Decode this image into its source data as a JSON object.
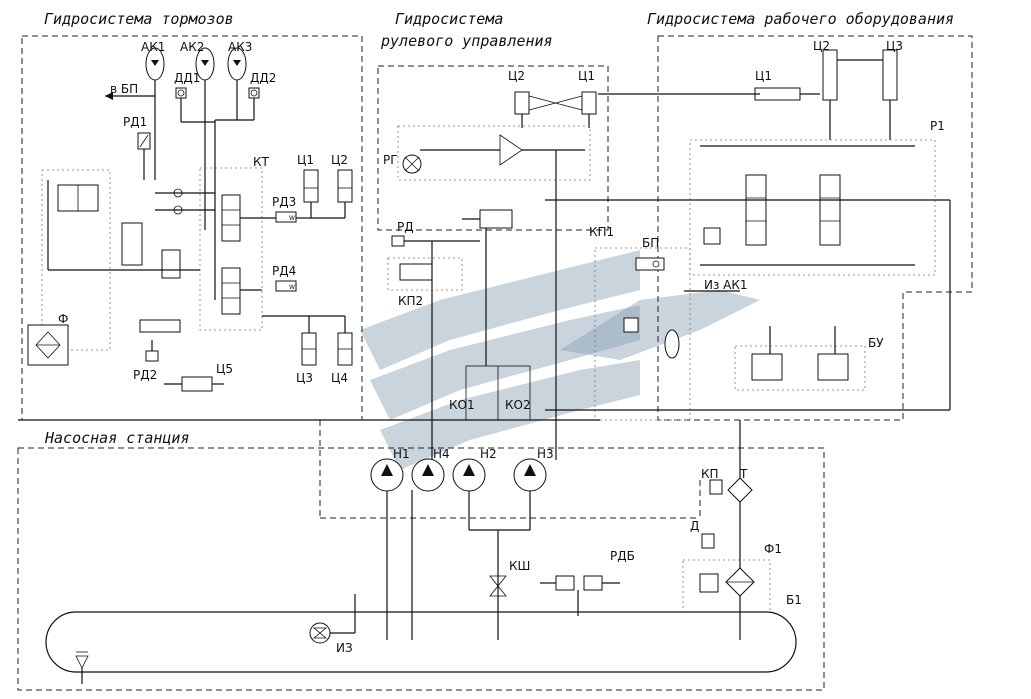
{
  "titles": {
    "brakes": "Гидросистема тормозов",
    "steering": "Гидросистема рулевого управления",
    "equipment": "Гидросистема рабочего оборудования",
    "pump_station": "Насосная станция"
  },
  "labels": {
    "ak1": "АК1",
    "ak2": "АК2",
    "ak3": "АК3",
    "dd1": "ДД1",
    "dd2": "ДД2",
    "to_bp": "в БП",
    "rd1": "РД1",
    "rd2": "РД2",
    "rd3": "РД3",
    "rd4": "РД4",
    "kt": "КТ",
    "c1_brake": "Ц1",
    "c2_brake": "Ц2",
    "c3_brake": "Ц3",
    "c4_brake": "Ц4",
    "c5": "Ц5",
    "f": "Ф",
    "c1_steer": "Ц1",
    "c2_steer": "Ц2",
    "rg": "РГ",
    "rd": "РД",
    "kp1": "КП1",
    "kp2": "КП2",
    "ko1": "КО1",
    "ko2": "КО2",
    "c1_equip": "Ц1",
    "c2_equip": "Ц2",
    "c3_equip": "Ц3",
    "r1": "Р1",
    "bp": "БП",
    "from_ak1": "Из АК1",
    "bu": "БУ",
    "h1": "Н1",
    "h4": "Н4",
    "h2": "Н2",
    "h3": "Н3",
    "kp": "КП",
    "t": "Т",
    "d": "Д",
    "f1": "Ф1",
    "ksh": "КШ",
    "rdb": "РДБ",
    "b1": "Б1",
    "iz": "ИЗ"
  }
}
